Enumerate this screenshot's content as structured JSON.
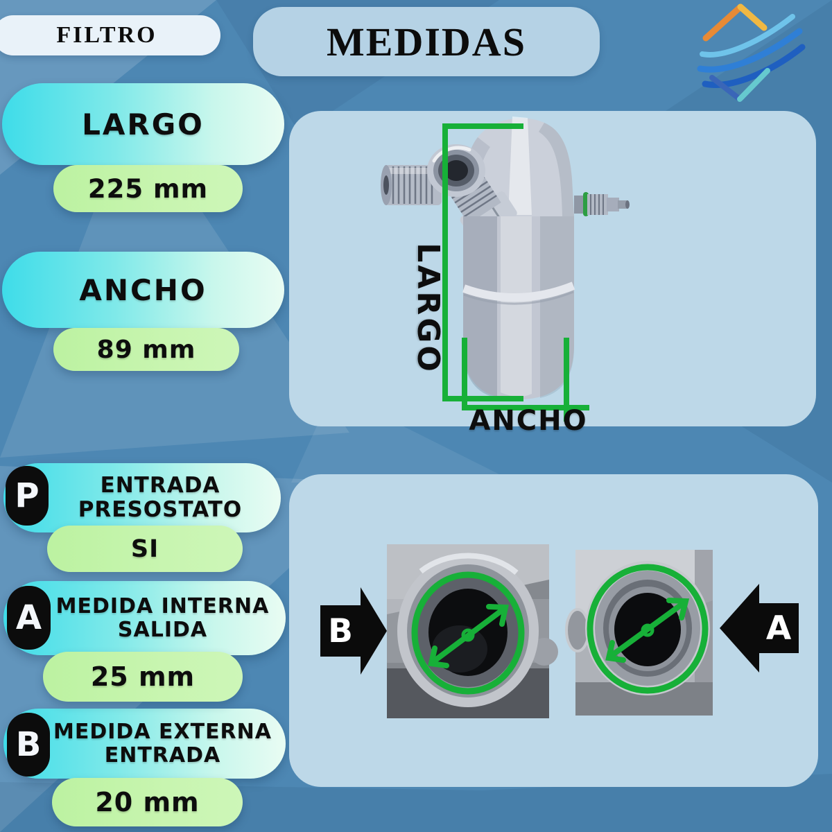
{
  "header": {
    "left_tag": "FILTRO",
    "title": "MEDIDAS"
  },
  "specs": [
    {
      "label": "LARGO",
      "value": "225 mm"
    },
    {
      "label": "ANCHO",
      "value": "89 mm"
    },
    {
      "badge": "P",
      "label_lines": [
        "ENTRADA",
        "PRESOSTATO"
      ],
      "value": "SI"
    },
    {
      "badge": "A",
      "label_lines": [
        "MEDIDA INTERNA",
        "SALIDA"
      ],
      "value": "25 mm"
    },
    {
      "badge": "B",
      "label_lines": [
        "MEDIDA EXTERNA",
        "ENTRADA"
      ],
      "value": "20 mm"
    }
  ],
  "measure_diagram": {
    "length_label": "LARGO",
    "width_label": "ANCHO"
  },
  "port_diagram": {
    "left_label": "B",
    "right_label": "A"
  },
  "icons": {
    "logo": "wave-diamond-logo",
    "port_b_pointer": "arrow-right",
    "port_a_pointer": "arrow-left"
  },
  "colors": {
    "background": "#4d87b3",
    "panel": "#bdd8e8",
    "pill_cyan_start": "#3edce9",
    "pill_cyan_end": "#e9fcf3",
    "pill_green": "#c4f3a9",
    "measure_green": "#17b038",
    "badge_black": "#0c0c0c",
    "tag_white": "#e9f2f9",
    "title_blue": "#b5d2e5"
  }
}
